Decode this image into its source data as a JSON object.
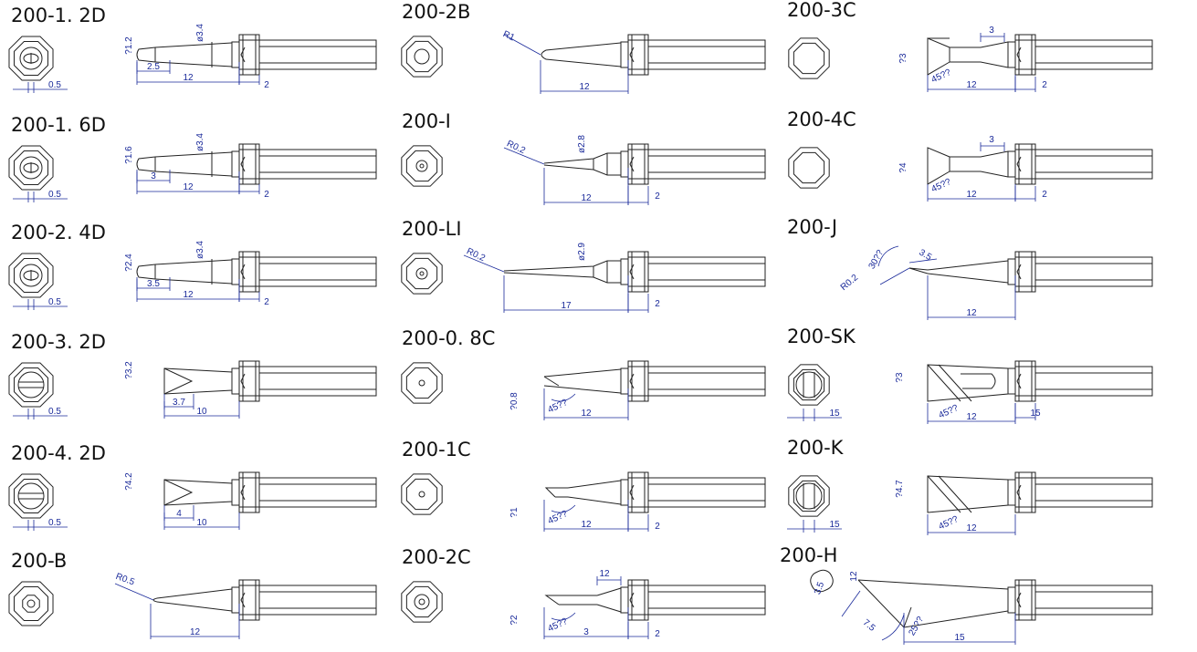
{
  "sheet": {
    "tips": [
      {
        "code": "200-1. 2D",
        "type": "D",
        "dims": [
          "?1.2",
          "ø3.4",
          "2.5",
          "12",
          "2",
          "0.5"
        ]
      },
      {
        "code": "200-1. 6D",
        "type": "D",
        "dims": [
          "?1.6",
          "ø3.4",
          "3",
          "12",
          "2",
          "0.5"
        ]
      },
      {
        "code": "200-2. 4D",
        "type": "D",
        "dims": [
          "?2.4",
          "ø3.4",
          "3.5",
          "12",
          "2",
          "0.5"
        ]
      },
      {
        "code": "200-3. 2D",
        "type": "DW",
        "dims": [
          "?3.2",
          "3.7",
          "10",
          "0.5"
        ]
      },
      {
        "code": "200-4. 2D",
        "type": "DW",
        "dims": [
          "?4.2",
          "4",
          "10",
          "0.5"
        ]
      },
      {
        "code": "200-B",
        "type": "B",
        "dims": [
          "R0.5",
          "12"
        ]
      },
      {
        "code": "200-2B",
        "type": "B",
        "dims": [
          "R1",
          "12"
        ]
      },
      {
        "code": "200-I",
        "type": "I",
        "dims": [
          "R0.2",
          "ø2.8",
          "12",
          "2"
        ]
      },
      {
        "code": "200-LI",
        "type": "LI",
        "dims": [
          "R0.2",
          "ø2.9",
          "17",
          "2"
        ]
      },
      {
        "code": "200-0. 8C",
        "type": "C",
        "dims": [
          "?0.8",
          "45??",
          "12"
        ]
      },
      {
        "code": "200-1C",
        "type": "C",
        "dims": [
          "?1",
          "45??",
          "12",
          "2"
        ]
      },
      {
        "code": "200-2C",
        "type": "C",
        "dims": [
          "?2",
          "45??",
          "3",
          "12",
          "2"
        ]
      },
      {
        "code": "200-3C",
        "type": "C",
        "dims": [
          "?3",
          "45??",
          "3",
          "12",
          "2"
        ]
      },
      {
        "code": "200-4C",
        "type": "C",
        "dims": [
          "?4",
          "45??",
          "3",
          "12",
          "2"
        ]
      },
      {
        "code": "200-J",
        "type": "J",
        "dims": [
          "R0.2",
          "30??",
          "3.5",
          "12"
        ]
      },
      {
        "code": "200-SK",
        "type": "K",
        "dims": [
          "?3",
          "45??",
          "12",
          "15",
          "15"
        ]
      },
      {
        "code": "200-K",
        "type": "K",
        "dims": [
          "?4.7",
          "45??",
          "12",
          "15"
        ]
      },
      {
        "code": "200-H",
        "type": "H",
        "dims": [
          "3.5",
          "12",
          "7.5",
          "25??",
          "15"
        ]
      }
    ]
  },
  "colors": {
    "outline": "#222222",
    "dimension": "#1a2a9a",
    "background": "#ffffff"
  }
}
